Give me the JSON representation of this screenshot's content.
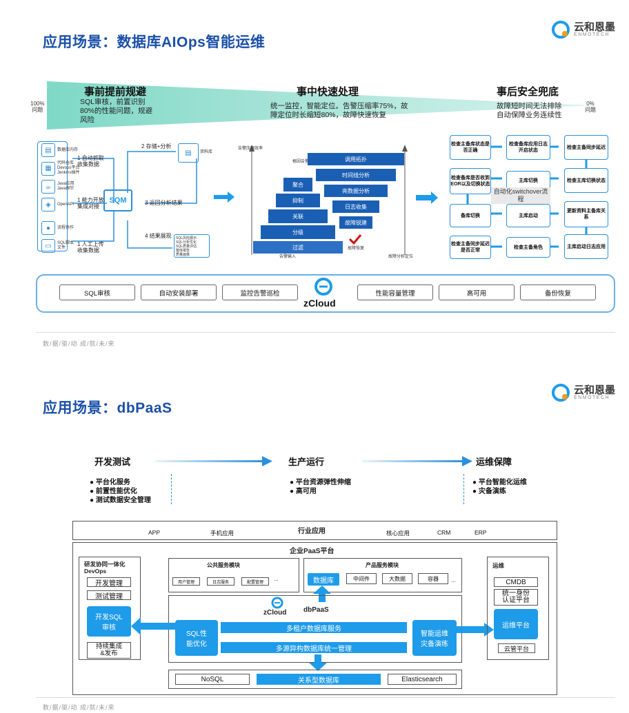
{
  "slide1": {
    "title": "应用场景：数据库AIOps智能运维",
    "logo": {
      "name": "云和恩墨",
      "sub": "ENMOTECH"
    },
    "pct_left": "100%\n问题",
    "pct_right": "0%\n问题",
    "phases": [
      {
        "title": "事前提前规避",
        "desc": "SQL审核，前置识别\n80%的性能问题，规避\n风险"
      },
      {
        "title": "事中快速处理",
        "desc": "统一监控，智能定位。告警压缩率75%，故\n障定位时长缩短80%，故障快速恢复"
      },
      {
        "title": "事后安全兜底",
        "desc": "故障短时间无法排除\n自动保障业务连续性"
      }
    ],
    "sources": [
      {
        "icon": "database-icon",
        "label": "数据库内存"
      },
      {
        "icon": "code-icon",
        "label": "代码仓库\nDevops平台\nJenkins插件"
      },
      {
        "icon": "java-icon",
        "label": "Java应用\nJava探针"
      },
      {
        "icon": "api-icon",
        "label": "OpenAPI"
      },
      {
        "icon": "flow-icon",
        "label": "流程协作"
      },
      {
        "icon": "file-icon",
        "label": "SQL脚本\n文件"
      }
    ],
    "flow_labels": {
      "l1": "1 自动抓取\n收集数据",
      "l2": "1 能力开放\n集成对接",
      "l3": "1 人工上传\n收集数据",
      "l4": "2 存储+分析",
      "l5": "3 返回分析结果",
      "l6": "4 结果展现",
      "repo": "资料库",
      "sqm": "SQM",
      "result": "SQL风险展示\nSQL分析优化\nSQL质量评估\n整体报告\n质量画像"
    },
    "funnel": {
      "axis_top": "告警压缩效率",
      "axis_bottom": "告警输入",
      "axis_right": "故障分析定位",
      "label_root": "根因告警",
      "left": [
        "聚合",
        "抑制",
        "关联",
        "分级",
        "过滤"
      ],
      "right": [
        "调用拓扑",
        "时间线分析",
        "亮数据分析",
        "日志收集",
        "故障锐建"
      ],
      "check_label": "故障恢复"
    },
    "switchover": {
      "label": "自动化switchover流程",
      "steps": [
        "检查主备库状态是否正确",
        "检查备库应用日志开启状态",
        "检查主备同步延迟",
        "检查主库切换状态",
        "主库切换",
        "检查备库是否收到EOR以及切换状态",
        "备库切换",
        "主库启动",
        "更新资料主备库关系",
        "主库启动日志应用",
        "检查主备角色",
        "检查主备同步延迟是否正常"
      ]
    },
    "zcloud_modules": [
      "SQL审核",
      "自动安装部署",
      "监控告警巡检",
      "性能容量管理",
      "高可用",
      "备份恢复"
    ],
    "zcloud_name": "zCloud",
    "footer": "数/据/驱/动    成/就/未/来"
  },
  "slide2": {
    "title": "应用场景：dbPaaS",
    "logo": {
      "name": "云和恩墨",
      "sub": "ENMOTECH"
    },
    "phases": [
      {
        "title": "开发测试",
        "bullets": [
          "平台化服务",
          "前置性能优化",
          "测试数据安全管理"
        ]
      },
      {
        "title": "生产运行",
        "bullets": [
          "平台资源弹性伸缩",
          "高可用"
        ]
      },
      {
        "title": "运维保障",
        "bullets": [
          "平台智能化运维",
          "灾备演练"
        ]
      }
    ],
    "apps_title": "行业应用",
    "apps": [
      "APP",
      "手机应用",
      "核心应用",
      "CRM",
      "ERP"
    ],
    "paas_title": "企业PaaS平台",
    "devops": {
      "title": "研发协同一体化\nDevOps",
      "items": [
        "开发管理",
        "测试管理"
      ],
      "sql_review": "开发SQL\n审核",
      "ci": "持续集成\n&发布"
    },
    "public_services": {
      "title": "公共服务模块",
      "items": [
        "用户管理",
        "日志服务",
        "配置管理",
        "..."
      ]
    },
    "product_services": {
      "title": "产品服务模块",
      "items": [
        "数据库",
        "中间件",
        "大数据",
        "容器",
        "..."
      ]
    },
    "core": {
      "zcloud": "zCloud",
      "dbpaas": "dbPaaS",
      "sql_opt": "SQL性\n能优化",
      "multi_tenant": "多租户数据库服务",
      "multi_source": "多源异构数据库统一管理",
      "smart_ops": "智能运维\n灾备演练"
    },
    "ops": {
      "title": "运维",
      "items": [
        "CMDB",
        "统一身份\n认证平台"
      ],
      "platform": "运维平台",
      "cloud": "云管平台"
    },
    "storage": [
      "NoSQL",
      "关系型数据库",
      "Elasticsearch"
    ],
    "footer": "数/据/驱/动    成/就/未/来"
  }
}
